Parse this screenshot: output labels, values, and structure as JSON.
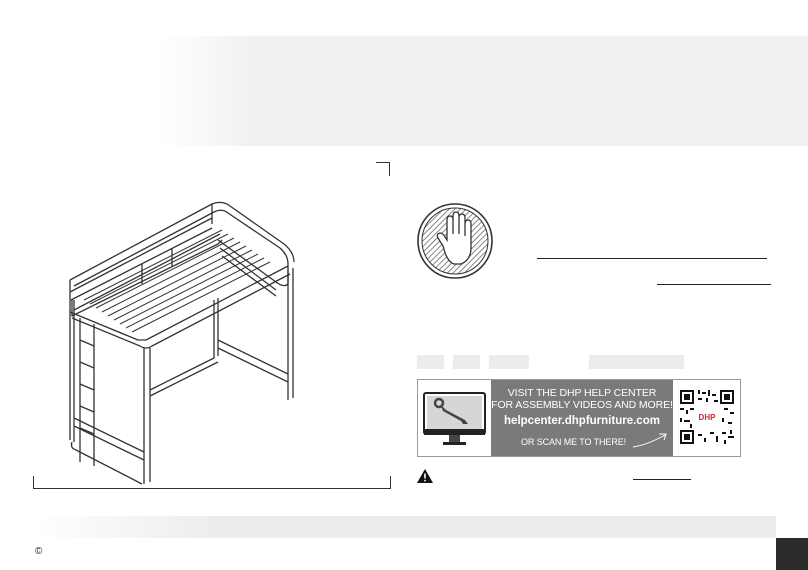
{
  "help_banner": {
    "line1": "VISIT THE DHP HELP CENTER",
    "line2": "FOR ASSEMBLY VIDEOS AND MORE!",
    "url": "helpcenter.dhpfurniture.com",
    "scan_text": "OR SCAN ME TO THERE!",
    "qr_logo": "DHP"
  },
  "footer": {
    "copyright": "©"
  },
  "icons": {
    "stop": "stop-hand-icon",
    "warning": "warning-triangle-icon",
    "monitor": "monitor-wrench-icon",
    "qr": "qr-code-icon"
  },
  "colors": {
    "banner_gray": "#7a7a7a",
    "band_gray": "#f1f1f1",
    "qr_logo_red": "#d9232d"
  }
}
